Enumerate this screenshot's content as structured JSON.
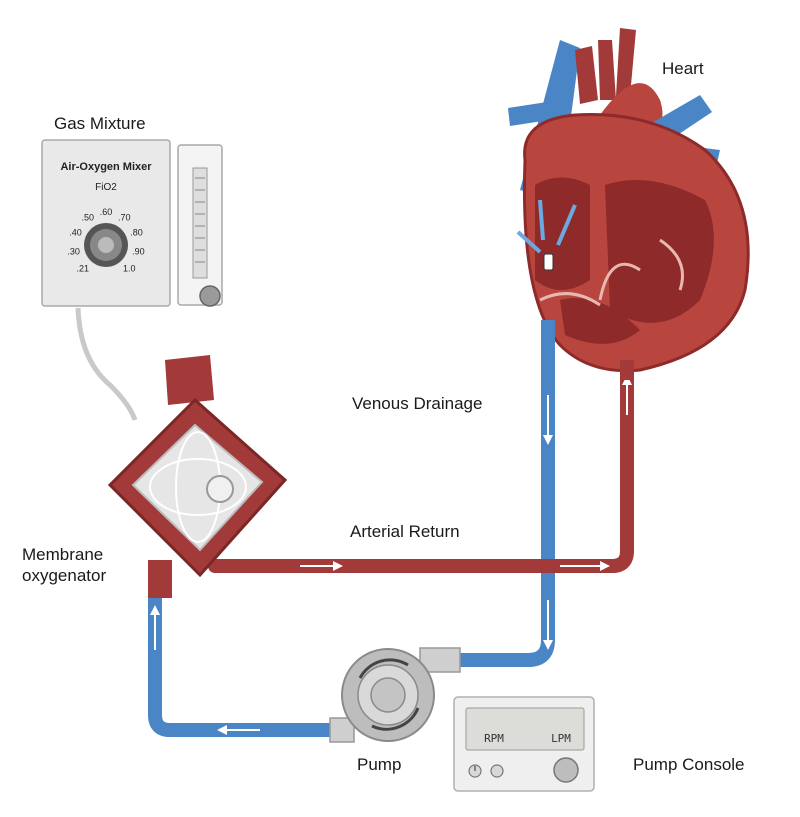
{
  "labels": {
    "gas_mixture": "Gas Mixture",
    "heart": "Heart",
    "venous_drainage": "Venous Drainage",
    "arterial_return": "Arterial Return",
    "membrane_line1": "Membrane",
    "membrane_line2": "oxygenator",
    "pump": "Pump",
    "pump_console": "Pump Console"
  },
  "mixer": {
    "title": "Air-Oxygen Mixer",
    "subtitle": "FiO2",
    "dial_marks": [
      ".21",
      ".30",
      ".40",
      ".50",
      ".60",
      ".70",
      ".80",
      ".90",
      "1.0"
    ]
  },
  "console": {
    "rpm_label": "RPM",
    "lpm_label": "LPM"
  },
  "colors": {
    "venous": "#4a86c5",
    "arterial": "#a33a3a",
    "heart_dark": "#8e2a2a",
    "heart_light": "#c4584f"
  }
}
